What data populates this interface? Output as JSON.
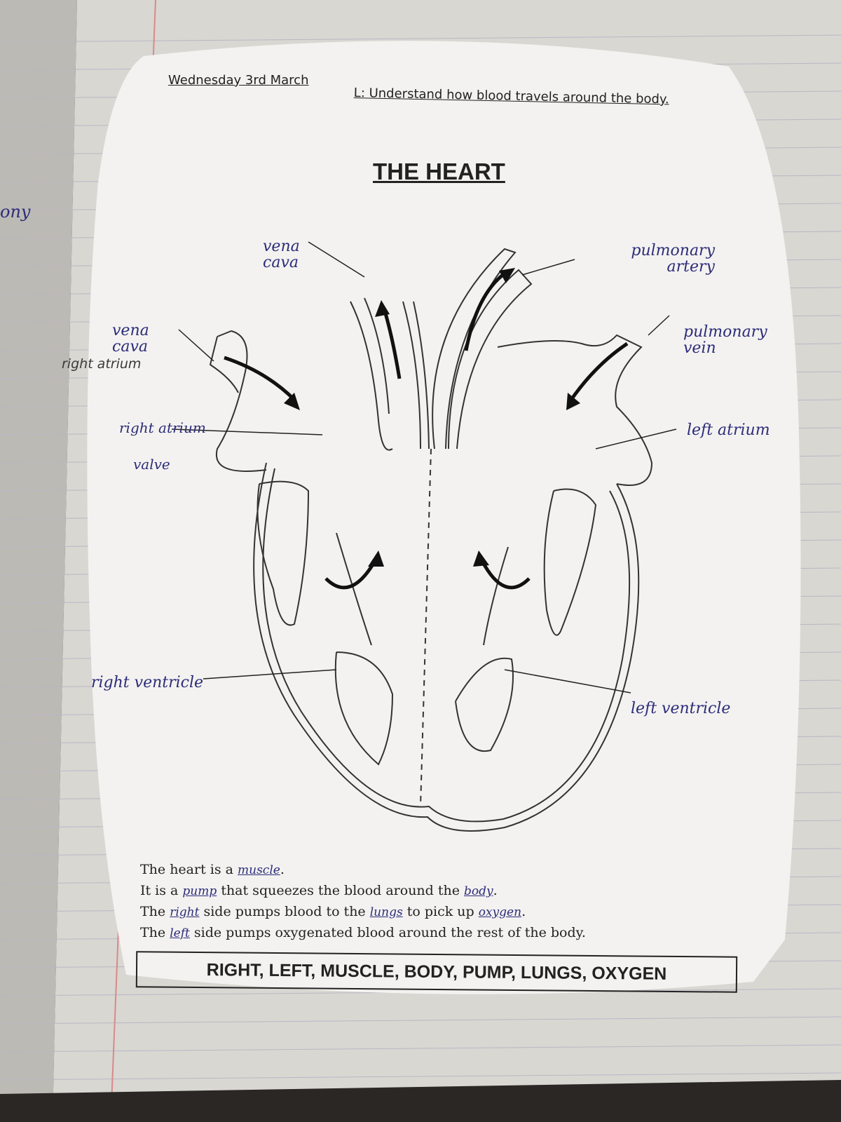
{
  "header": {
    "date": "Wednesday 3rd March",
    "objective": "L: Understand how blood travels around the body."
  },
  "title": "THE HEART",
  "labels": {
    "vena_cava_top": "vena cava",
    "pulmonary_artery": "pulmonary artery",
    "pulmonary_vein": "pulmonary vein",
    "vena_cava_left": "vena cava",
    "right_atrium": "right atrium",
    "valve": "valve",
    "left_atrium": "left atrium",
    "right_ventricle": "right ventricle",
    "left_ventricle": "left ventricle",
    "margin_scribble": "ony"
  },
  "sentences": {
    "s1_a": "The heart is a",
    "s1_fill": "muscle",
    "s1_b": ".",
    "s2_a": "It is a",
    "s2_fill": "pump",
    "s2_b": "that squeezes the blood around the",
    "s2_fill2": "body",
    "s2_c": ".",
    "s3_a": "The",
    "s3_fill": "right",
    "s3_b": "side pumps blood to the",
    "s3_fill2": "lungs",
    "s3_c": "to pick up",
    "s3_fill3": "oxygen",
    "s3_d": ".",
    "s4_a": "The",
    "s4_fill": "left",
    "s4_b": "side pumps oxygenated blood around the rest of the body."
  },
  "word_bank": "RIGHT, LEFT, MUSCLE, BODY, PUMP, LUNGS, OXYGEN",
  "colors": {
    "ink": "#2c2c7a",
    "print": "#222222",
    "paper": "#f2f1ef"
  }
}
